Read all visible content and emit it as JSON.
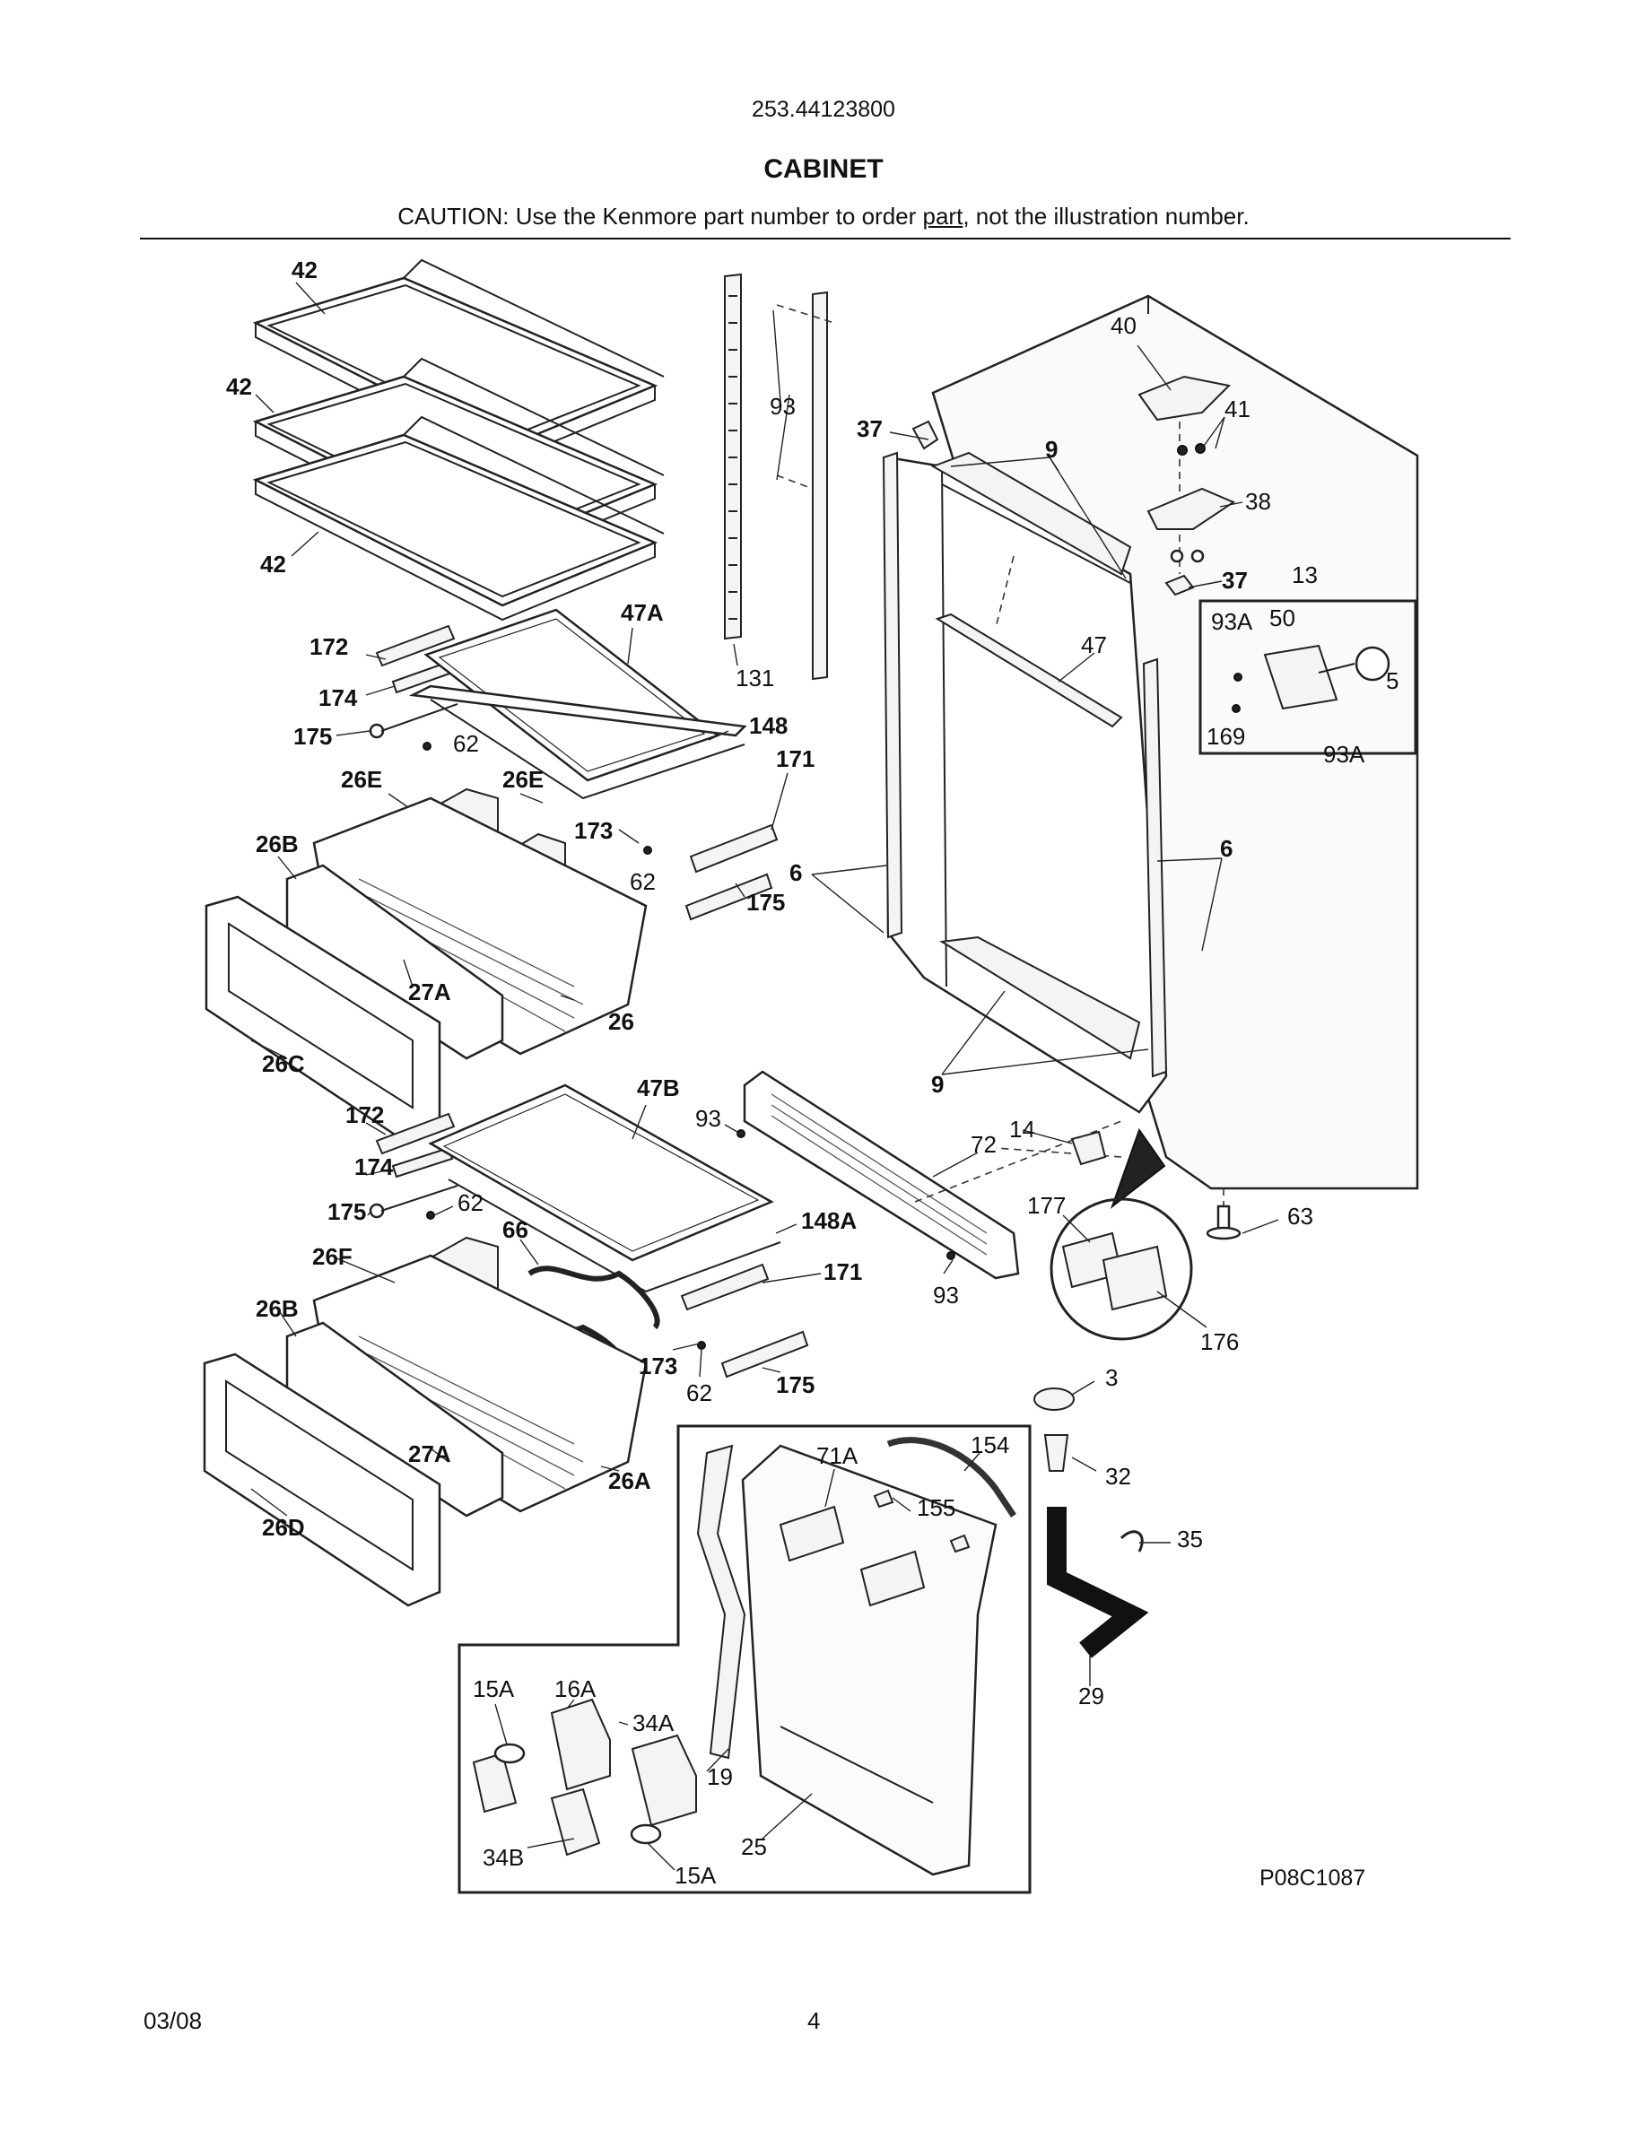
{
  "header": {
    "model": "253.44123800",
    "title": "CABINET",
    "caution_pre": "CAUTION: Use the Kenmore part number to order ",
    "caution_link": "part",
    "caution_post": ", not the illustration number."
  },
  "labels": {
    "l42a": "42",
    "l42b": "42",
    "l42c": "42",
    "l93top": "93",
    "l131": "131",
    "l37a": "37",
    "l37b": "37",
    "l40": "40",
    "l41": "41",
    "l38": "38",
    "l13": "13",
    "l9top": "9",
    "l93A1": "93A",
    "l50": "50",
    "l5": "5",
    "l169": "169",
    "l93A2": "93A",
    "l172a": "172",
    "l47A": "47A",
    "l174a": "174",
    "l175a": "175",
    "l62a": "62",
    "l148": "148",
    "l171a": "171",
    "l26E1": "26E",
    "l26E2": "26E",
    "l26B1": "26B",
    "l173a": "173",
    "l62b": "62",
    "l175b": "175",
    "l6a": "6",
    "l6b": "6",
    "l47": "47",
    "l27A1": "27A",
    "l26": "26",
    "l26C": "26C",
    "l9bot": "9",
    "l172b": "172",
    "l47B": "47B",
    "l93b": "93",
    "l14": "14",
    "l72": "72",
    "l174b": "174",
    "l175c": "175",
    "l62c": "62",
    "l66": "66",
    "l148A": "148A",
    "l171b": "171",
    "l177": "177",
    "l63": "63",
    "l26F": "26F",
    "l93c": "93",
    "l26B2": "26B",
    "l173b": "173",
    "l62d": "62",
    "l175d": "175",
    "l176": "176",
    "l3": "3",
    "l27A2": "27A",
    "l26A": "26A",
    "l71A": "71A",
    "l154": "154",
    "l32": "32",
    "l155": "155",
    "l35": "35",
    "l26D": "26D",
    "l29": "29",
    "l15A1": "15A",
    "l16A": "16A",
    "l34A": "34A",
    "l19": "19",
    "l34B": "34B",
    "l15A2": "15A",
    "l25": "25"
  },
  "drawing_ref": "P08C1087",
  "footer": {
    "date": "03/08",
    "page": "4"
  }
}
